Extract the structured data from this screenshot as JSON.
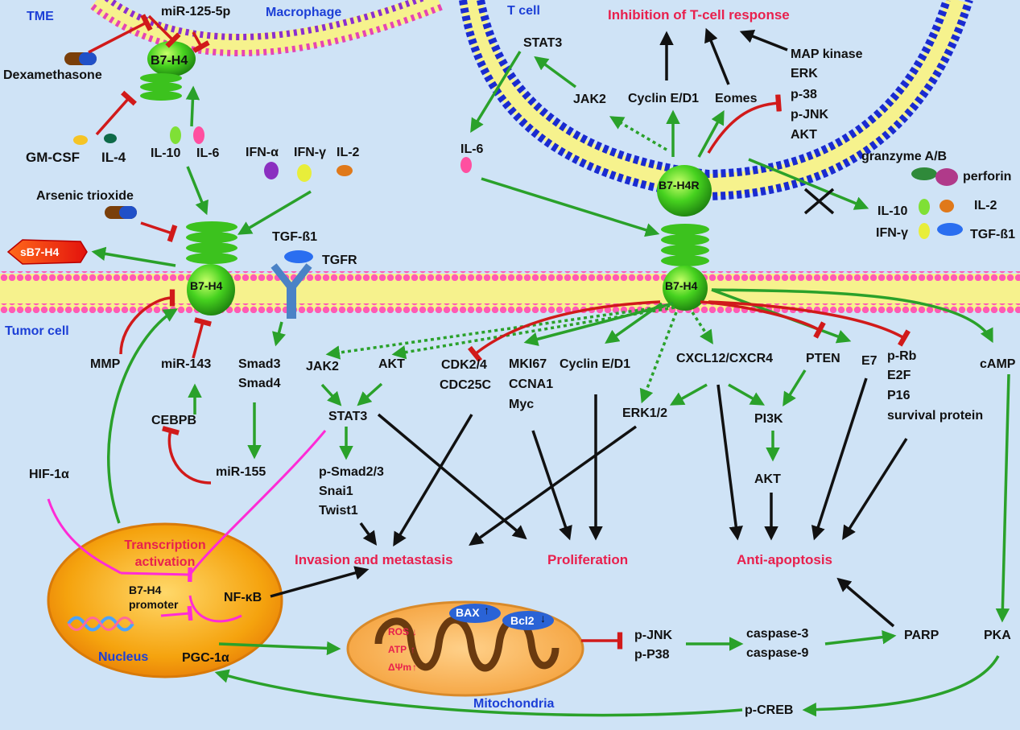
{
  "regions": {
    "tme": "TME",
    "macrophage": "Macrophage",
    "tcell": "T cell",
    "tumor_cell": "Tumor cell",
    "nucleus": "Nucleus",
    "mitochondria": "Mitochondria"
  },
  "macrophage": {
    "mir125": "miR-125-5p",
    "b7h4": "B7-H4",
    "dexamethasone": "Dexamethasone",
    "gmcsf": "GM-CSF",
    "il4": "IL-4",
    "il10": "IL-10",
    "il6": "IL-6",
    "ifna": "IFN-α",
    "ifng": "IFN-γ",
    "il2": "IL-2",
    "arsenic": "Arsenic trioxide"
  },
  "tcell": {
    "stat3": "STAT3",
    "jak2": "JAK2",
    "il6": "IL-6",
    "cyclin": "Cyclin E/D1",
    "eomes": "Eomes",
    "inhibition": "Inhibition of T-cell response",
    "kinases": [
      "MAP kinase",
      "ERK",
      "p-38",
      "p-JNK",
      "AKT"
    ],
    "b7h4r": "B7-H4R",
    "granzyme": "granzyme A/B",
    "perforin": "perforin",
    "il10": "IL-10",
    "il2": "IL-2",
    "ifng": "IFN-γ",
    "tgfb": "TGF-ß1"
  },
  "tumor": {
    "sb7h4": "sB7-H4",
    "b7h4_left": "B7-H4",
    "b7h4_right": "B7-H4",
    "tgfb1": "TGF-ß1",
    "tgfr": "TGFR",
    "mmp": "MMP",
    "mir143": "miR-143",
    "smad3": "Smad3",
    "smad4": "Smad4",
    "cebpb": "CEBPB",
    "mir155": "miR-155",
    "hif": "HIF-1α",
    "jak2": "JAK2",
    "akt": "AKT",
    "stat3": "STAT3",
    "psmad": "p-Smad2/3",
    "snai1": "Snai1",
    "twist1": "Twist1",
    "cdk": "CDK2/4",
    "cdc25c": "CDC25C",
    "mki67": "MKI67",
    "ccna1": "CCNA1",
    "myc": "Myc",
    "cyclin": "Cyclin E/D1",
    "erk": "ERK1/2",
    "cxcl": "CXCL12/CXCR4",
    "pten": "PTEN",
    "pi3k": "PI3K",
    "akt2": "AKT",
    "e7": "E7",
    "prb": "p-Rb",
    "e2f": "E2F",
    "p16": "P16",
    "survival": "survival protein",
    "camp": "cAMP",
    "pka": "PKA",
    "pcreb": "p-CREB",
    "invasion": "Invasion and metastasis",
    "proliferation": "Proliferation",
    "anti_apoptosis": "Anti-apoptosis",
    "transcription": "Transcription activation",
    "promoter": "B7-H4 promoter",
    "nfkb": "NF-κB",
    "pgc": "PGC-1α",
    "bax": "BAX",
    "bcl2": "Bcl2",
    "ros": "ROS",
    "atp": "ATP",
    "dpsi": "ΔΨm",
    "pjnk": "p-JNK",
    "pp38": "p-P38",
    "casp3": "caspase-3",
    "casp9": "caspase-9",
    "parp": "PARP"
  },
  "colors": {
    "background": "#cfe3f6",
    "activation": "#2aa12a",
    "inhibition": "#d11a1a",
    "pathway": "#111111",
    "transcription": "#ff2bd6",
    "emphasis_red": "#e8204d",
    "region_blue": "#1c3fd6"
  }
}
